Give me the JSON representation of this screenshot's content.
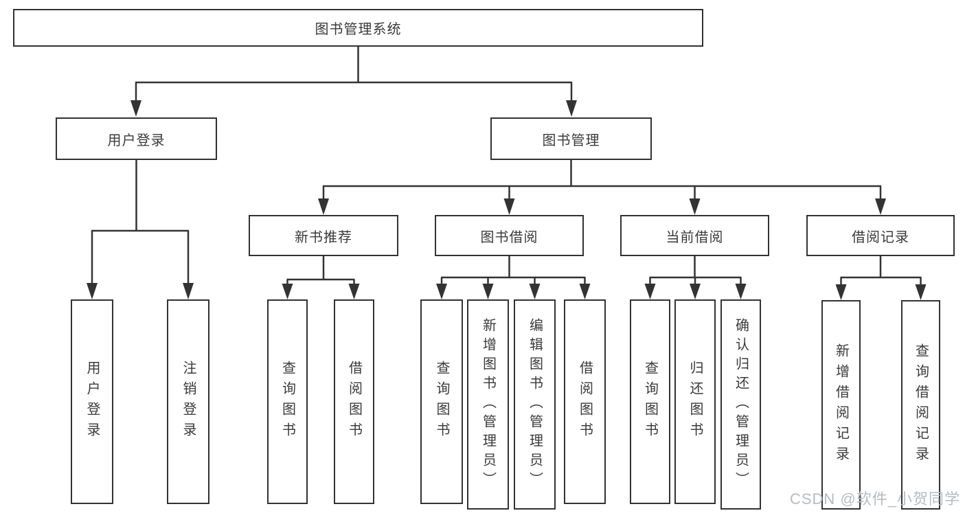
{
  "diagram": {
    "title": "图书管理系统",
    "level2": [
      "用户登录",
      "图书管理"
    ],
    "level3": [
      "新书推荐",
      "图书借阅",
      "当前借阅",
      "借阅记录"
    ],
    "leaves": [
      "用户登录",
      "注销登录",
      "查询图书",
      "借阅图书",
      "查询图书",
      "新增图书（管理员）",
      "编辑图书（管理员）",
      "借阅图书",
      "查询图书",
      "归还图书",
      "确认归还（管理员）",
      "新增借阅记录",
      "查询借阅记录"
    ],
    "colors": {
      "line": "#333333",
      "box_border": "#323232",
      "text": "#3a3a3a",
      "background": "#ffffff",
      "watermark": "#b7bbbf"
    }
  },
  "watermark": {
    "text": "CSDN @软件_小贺同学"
  }
}
